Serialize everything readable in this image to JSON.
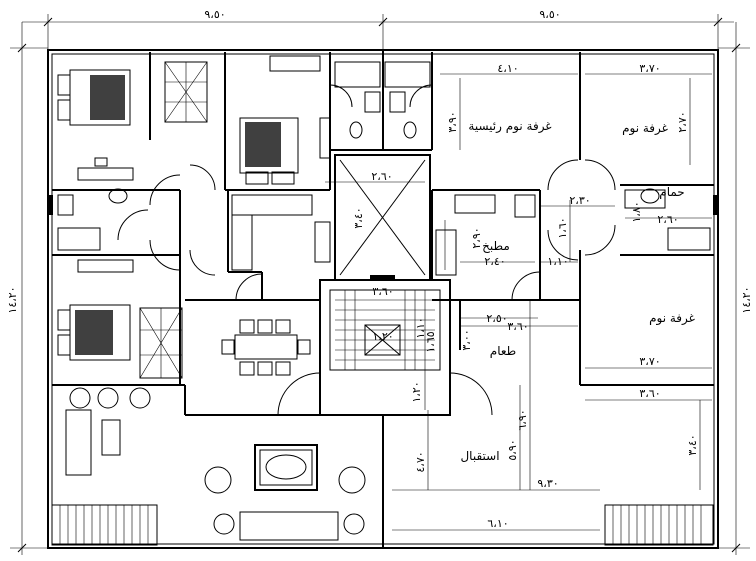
{
  "dimensions": {
    "top_left_width": "٩،٥٠",
    "top_right_width": "٩،٥٠",
    "left_height": "١٤،٢٠",
    "right_height": "١٤،٢٠",
    "master_bed_width": "٤،١٠",
    "master_bed_depth": "٣،٩٠",
    "bed2_width": "٣،٧٠",
    "bed2_depth": "٢،٧٠",
    "stair_core_width": "٢،٦٠",
    "stair_core_height": "٣،٤٠",
    "bath_width": "٢،٣٠",
    "bath_depth": "١،٨٠",
    "bath_width2": "٢،٦٠",
    "kitchen_depth": "٢،٩٠",
    "kitchen_width": "٢،٤٠",
    "hall_dim": "١،١٠",
    "hall_dim2": "١،٦٠",
    "dining_w1": "٢،٥٠",
    "dining_w2": "٣،٦٠",
    "stair_w": "٣،٦٠",
    "stair_d": "٣،٠٠",
    "lift": "١،٢٠",
    "stair_small1": "١،١٠",
    "stair_small2": "١،٦٥",
    "landing": "١،٢٠",
    "bed3_width": "٣،٧٠",
    "living_w": "٣،٦٠",
    "living_h": "٣،٤٠",
    "reception_h1": "٦،٩٠",
    "reception_h2": "٥،٩٠",
    "reception_h3": "٤،٧٠",
    "reception_w": "٩،٣٠",
    "reception_w2": "٦،١٠"
  },
  "rooms": {
    "master_bedroom": "غرفة نوم رئيسية",
    "bedroom_top": "غرفة نوم",
    "bathroom": "حمام",
    "kitchen": "مطبخ",
    "bedroom_mid": "غرفة نوم",
    "dining": "طعام",
    "reception": "استقبال"
  }
}
